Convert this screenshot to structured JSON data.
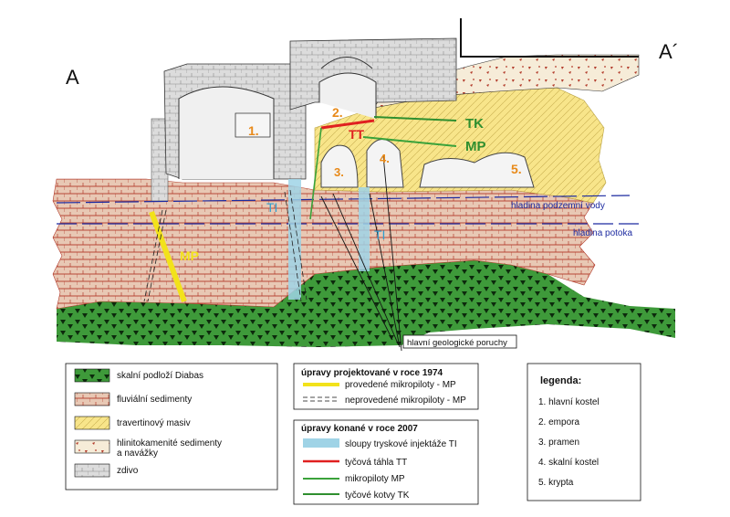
{
  "section": {
    "label_left": "A",
    "label_right": "A´"
  },
  "markers": {
    "n1": "1.",
    "n2": "2.",
    "n3": "3.",
    "n4": "4.",
    "n5": "5.",
    "tk": "TK",
    "mp_green": "MP",
    "tt": "TT",
    "ti_left": "TI",
    "ti_right": "TI",
    "mp_yellow": "MP"
  },
  "water": {
    "groundwater": "hladina podzemní vody",
    "stream": "hladina potoka"
  },
  "faults_label": "hlavní geologické poruchy",
  "legend_materials": [
    {
      "key": "bedrock",
      "label": "skalní podloží Diabas"
    },
    {
      "key": "fluvial",
      "label": "fluviální sedimenty"
    },
    {
      "key": "travertine",
      "label": "travertinový masiv"
    },
    {
      "key": "loam",
      "label": "hlinitokamenité sedimenty",
      "label2": "a navážky"
    },
    {
      "key": "masonry",
      "label": "zdivo"
    }
  ],
  "legend_1974": {
    "title": "úpravy projektované v roce 1974",
    "items": [
      {
        "label": "provedené mikropiloty - MP"
      },
      {
        "label": "neprovedené mikropiloty - MP"
      }
    ]
  },
  "legend_2007": {
    "title": "úpravy konané v roce 2007",
    "items": [
      {
        "label": "sloupy tryskové injektáže TI"
      },
      {
        "label": "tyčová táhla TT"
      },
      {
        "label": "mikropiloty MP"
      },
      {
        "label": "tyčové kotvy TK"
      }
    ]
  },
  "legend_key": {
    "title": "legenda:",
    "items": [
      "1. hlavní kostel",
      "2. empora",
      "3. pramen",
      "4. skalní kostel",
      "5. krypta"
    ]
  },
  "colors": {
    "bedrock": "#3e9a3a",
    "fluvial": "#e8c8b4",
    "travertine": "#f8e58a",
    "loam": "#f6ecd8",
    "masonry": "#dcdcdc",
    "injection": "#9fd3e6",
    "tie_rod": "#e02020",
    "micropile": "#3aa23a",
    "anchor": "#2f8f2f",
    "mp1974": "#f2e21a",
    "label_orange": "#e88a1a",
    "label_blue": "#2f9fd0",
    "water_line": "#1c2aa0"
  }
}
